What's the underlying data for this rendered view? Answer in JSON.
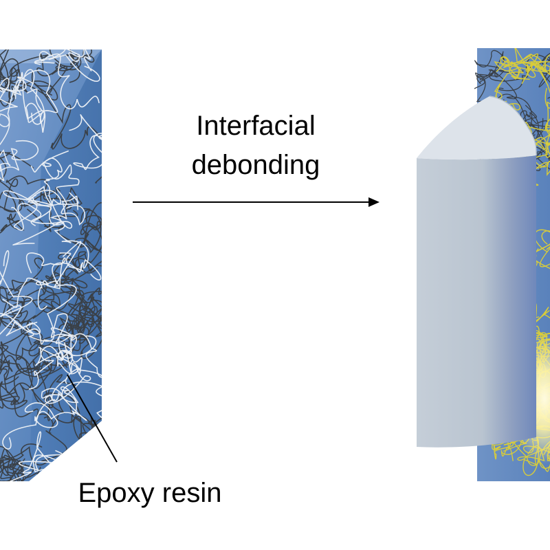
{
  "labels": {
    "process_line1": "Interfacial",
    "process_line2": "debonding",
    "material": "Epoxy resin"
  },
  "colors": {
    "block_front": "#5b86bd",
    "block_top": "#9fbbdf",
    "cylinder": "#c2ccd6",
    "cylinder_top": "#dfe4ea",
    "fiber_dark": "#3a4047",
    "fiber_light": "#e8edf3",
    "fiber_yellow": "#d8cc3a",
    "glow": "#fff4a8"
  }
}
